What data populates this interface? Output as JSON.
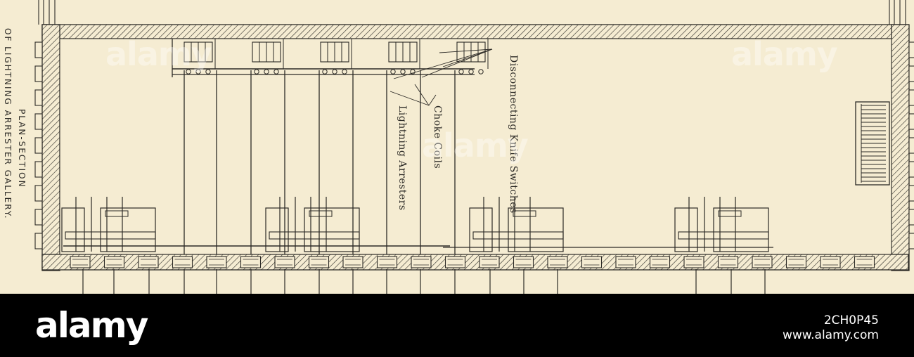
{
  "drawing": {
    "caption_line1": "PLAN-SECTION",
    "caption_line2": "OF LIGHTNING ARRESTER GALLERY.",
    "labels": {
      "switches": "Disconnecting Knife Switches",
      "choke": "Choke Coils",
      "arresters": "Lightning Arresters"
    },
    "colors": {
      "paper": "#f5ecd2",
      "ink": "#2c2a26"
    }
  },
  "watermark": {
    "text": "alamy"
  },
  "footer": {
    "brand": "alamy",
    "image_id": "2CH0P45",
    "site": "www.alamy.com"
  }
}
